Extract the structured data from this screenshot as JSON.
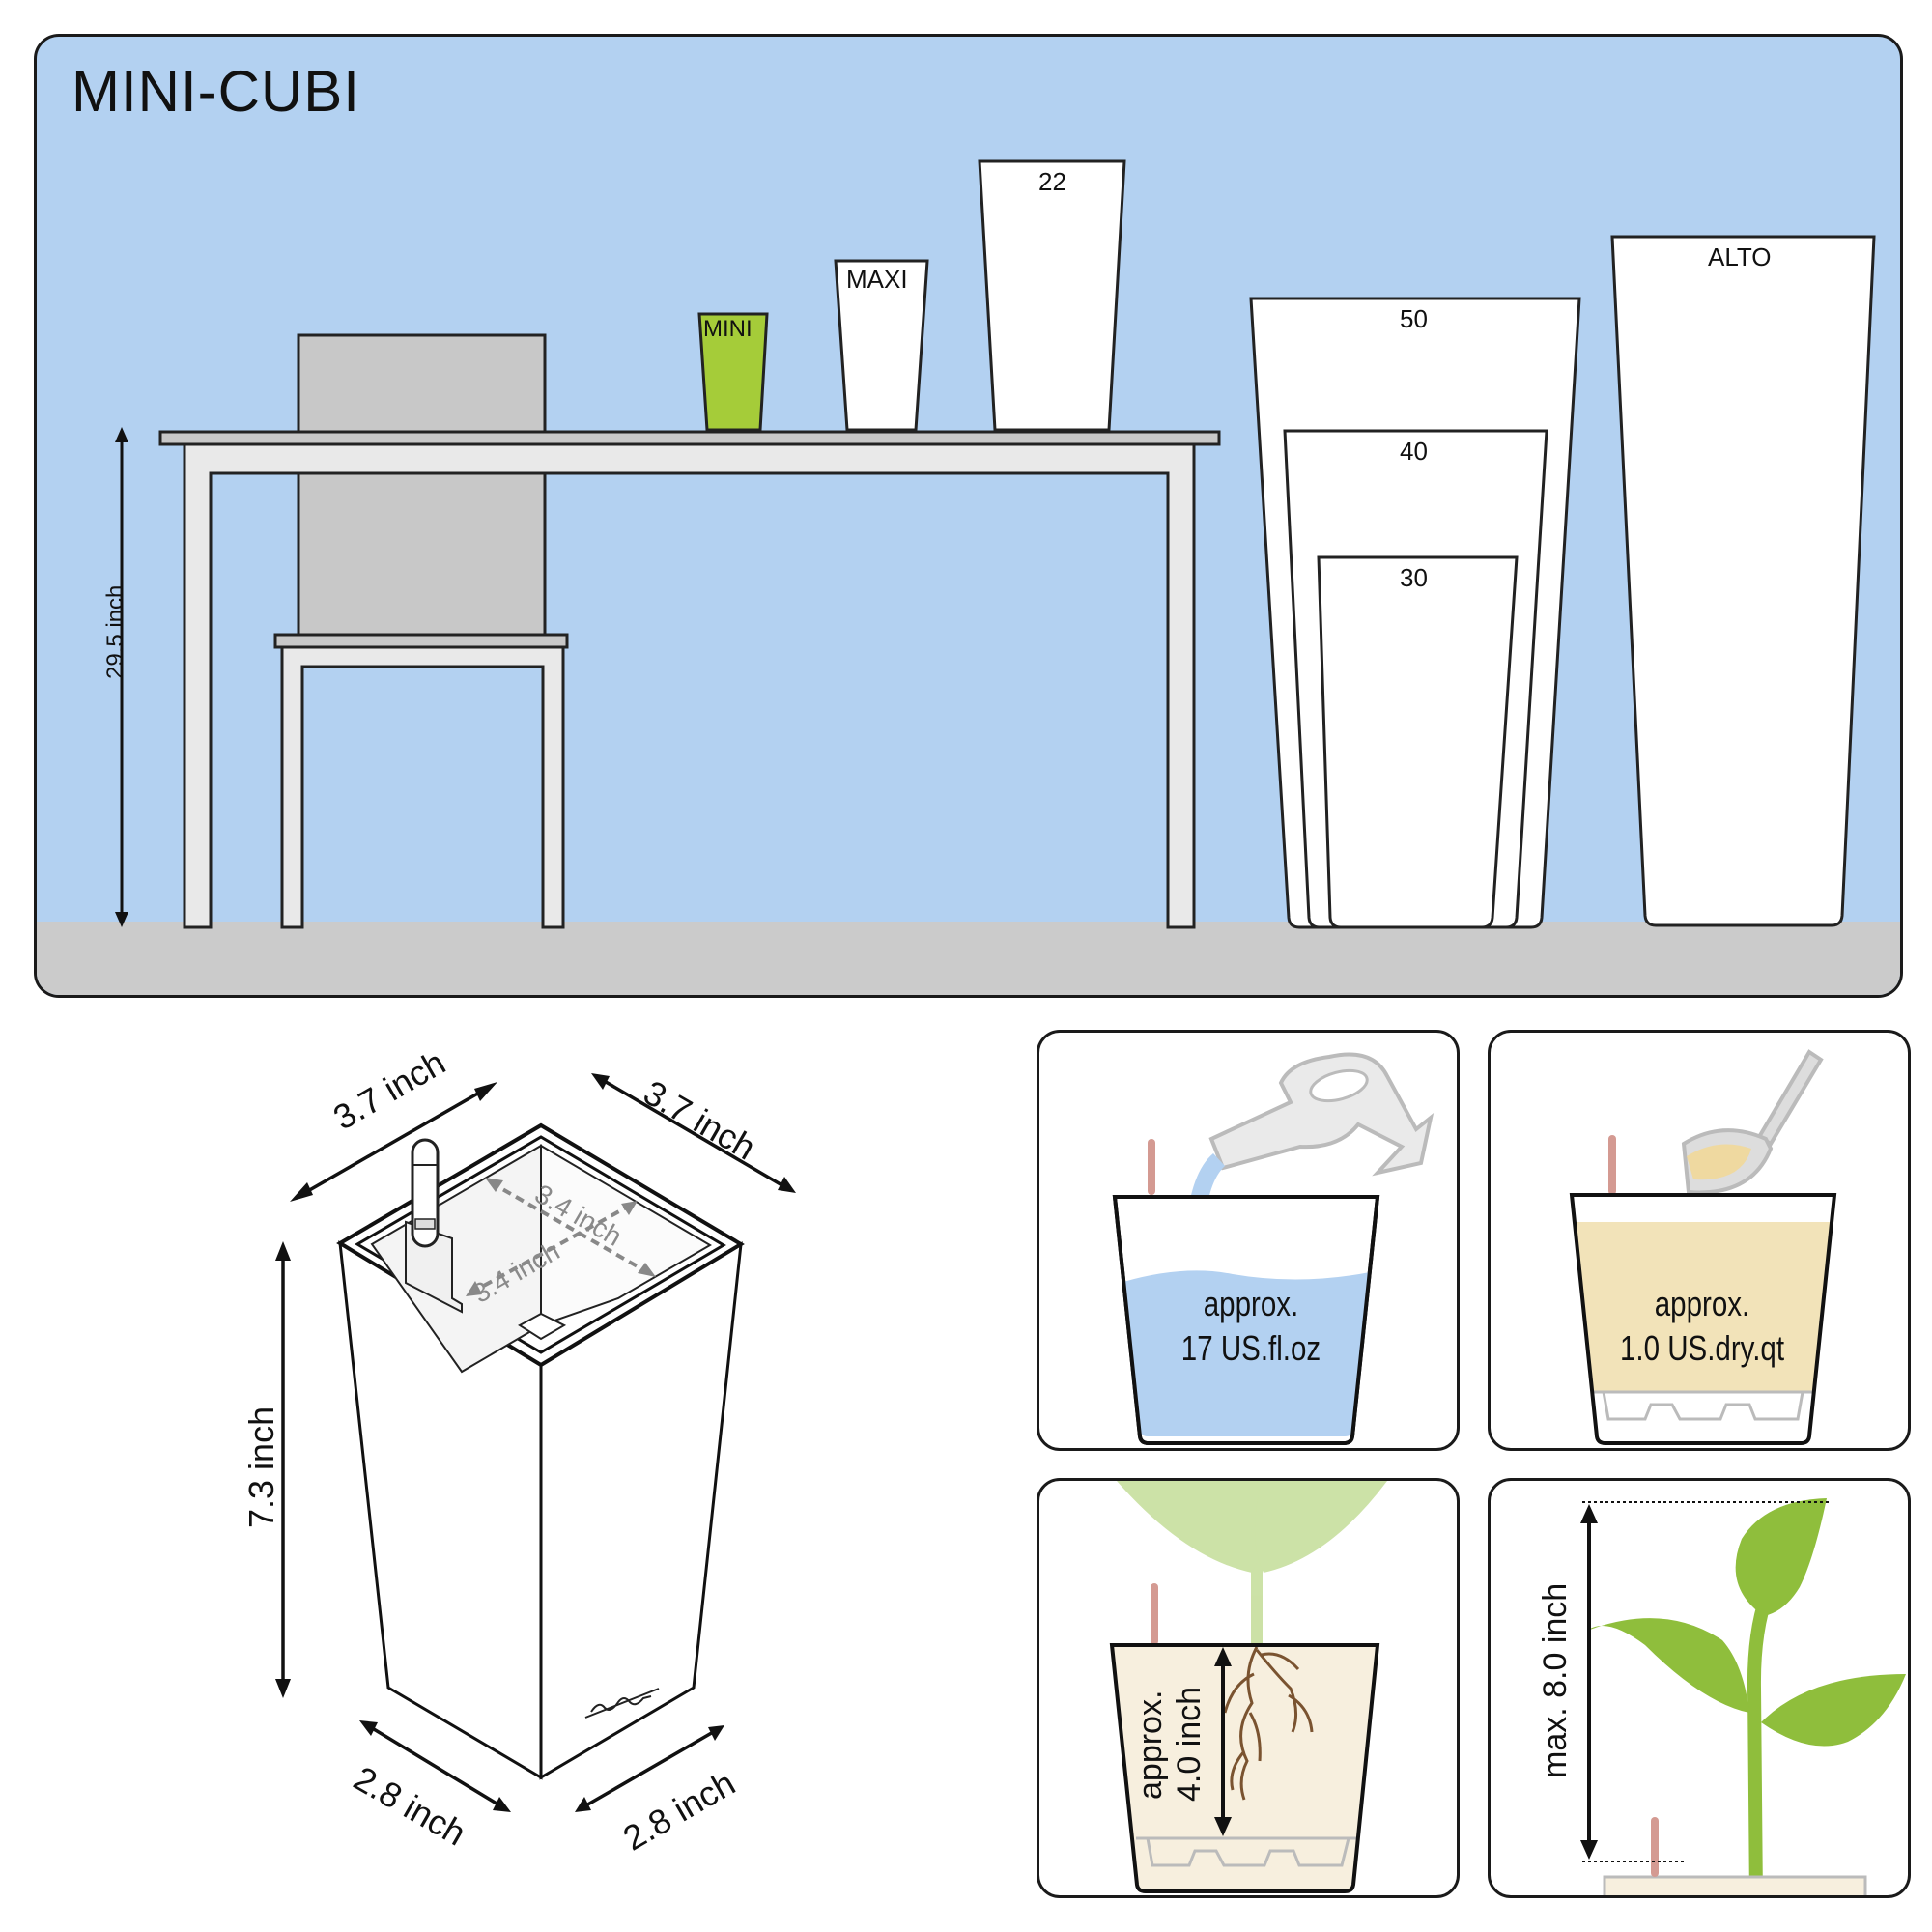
{
  "scene": {
    "title": "MINI-CUBI",
    "table_height_label": "29.5 inch",
    "planters": [
      "MINI",
      "MAXI",
      "22",
      "50",
      "40",
      "30",
      "ALTO"
    ]
  },
  "colors": {
    "sky": "#b3d1f1",
    "floor": "#cbcbcb",
    "mini_planter": "#a5cc39",
    "furniture": "#c8c8c8",
    "water": "#b3d1f1",
    "substrate": "#f2e3b9",
    "leaf": "#8fbe3c"
  },
  "dimensions": {
    "top_left": "3.7 inch",
    "top_right": "3.7 inch",
    "inner_a": "3.4 inch",
    "inner_b": "3.4 inch",
    "height": "7.3 inch",
    "bottom_left": "2.8 inch",
    "bottom_right": "2.8 inch"
  },
  "info": {
    "water": {
      "line1": "approx.",
      "line2": "17 US.fl.oz"
    },
    "substrate": {
      "line1": "approx.",
      "line2": "1.0 US.dry.qt"
    },
    "roots": {
      "line1": "approx.",
      "line2": "4.0 inch"
    },
    "plant_height": "max. 8.0 inch"
  },
  "icons": [
    "watering-can-icon",
    "trowel-icon",
    "water-level-indicator-icon",
    "plant-icon",
    "logo-signature"
  ]
}
